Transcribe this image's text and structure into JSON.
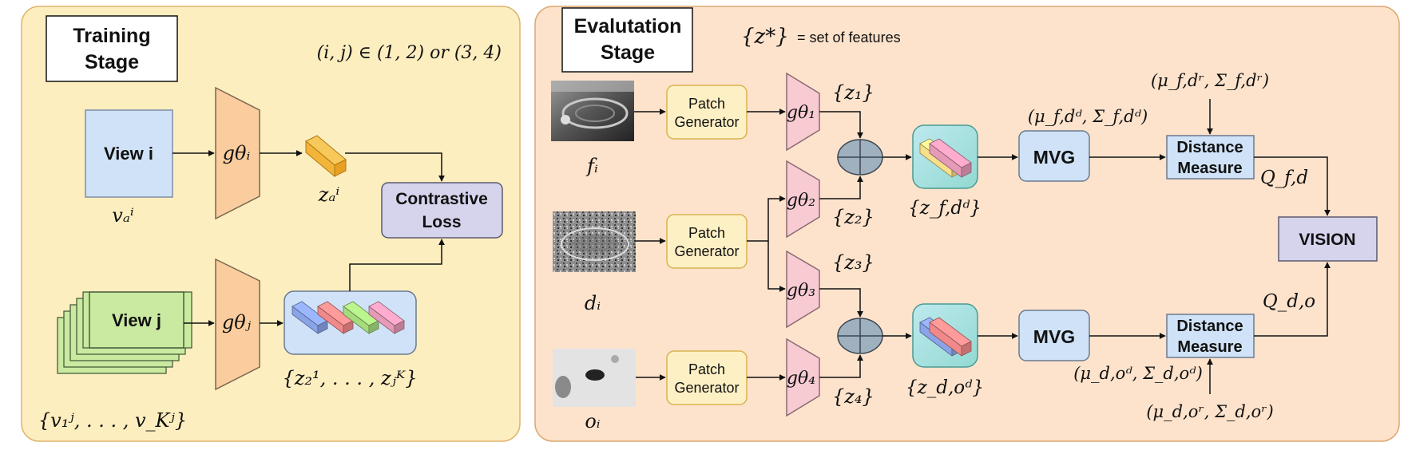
{
  "training": {
    "title_line1": "Training",
    "title_line2": "Stage",
    "condition": "(i, j) ∈ (1, 2) or (3, 4)",
    "view_i": "View i",
    "view_i_var": "vₐⁱ",
    "view_j": "View j",
    "view_j_set": "{v₁ʲ, . . . , v_Kʲ}",
    "encoder_i": "gθᵢ",
    "encoder_j": "gθⱼ",
    "feature_i": "zₐⁱ",
    "feature_set": "{z₂¹, . . . , zⱼᴷ}",
    "loss_line1": "Contrastive",
    "loss_line2": "Loss"
  },
  "evaluation": {
    "title_line1": "Evalutation",
    "title_line2": "Stage",
    "features_symbol": "{z*}",
    "features_desc": "= set of features",
    "inputs": [
      {
        "label": "fᵢ"
      },
      {
        "label": "dᵢ"
      },
      {
        "label": "oᵢ"
      }
    ],
    "patch_generator_line1": "Patch",
    "patch_generator_line2": "Generator",
    "encoders": [
      "gθ₁",
      "gθ₂",
      "gθ₃",
      "gθ₄"
    ],
    "features": [
      "{z₁}",
      "{z₂}",
      "{z₃}",
      "{z₄}"
    ],
    "fused_fd": "{z_f,dᵈ}",
    "fused_do": "{z_d,oᵈ}",
    "mvg": "MVG",
    "params_fd": "(μ_f,dᵈ, Σ_f,dᵈ)",
    "params_do": "(μ_d,oᵈ, Σ_d,oᵈ)",
    "ref_fd": "(μ_f,dʳ, Σ_f,dʳ)",
    "ref_do": "(μ_d,oʳ, Σ_d,oʳ)",
    "distance_line1": "Distance",
    "distance_line2": "Measure",
    "q_fd": "Q_f,d",
    "q_do": "Q_d,o",
    "vision": "VISION"
  },
  "colors": {
    "training_bg": "#fdeec0",
    "training_border": "#e0b36a",
    "evaluation_bg": "#fde3cc",
    "evaluation_border": "#dca872",
    "view_i_fill": "#cfe2f7",
    "view_j_fill": "#c9eaa0",
    "encoder_orange": "#fbcd9e",
    "encoder_pink": "#f8cbd3",
    "loss_fill": "#d6d3ec",
    "patch_fill": "#fdf0c5",
    "mvg_fill": "#cfe2f7",
    "fusion_fill": "#a6e1dc",
    "vision_fill": "#d6d3ec",
    "bar_blue": "#8aa4e8",
    "bar_red": "#f08a8a",
    "bar_green": "#a6db7e",
    "bar_pink": "#e59ab8",
    "bar_yellow": "#f7e08a",
    "bar_orange": "#f2b53a"
  }
}
